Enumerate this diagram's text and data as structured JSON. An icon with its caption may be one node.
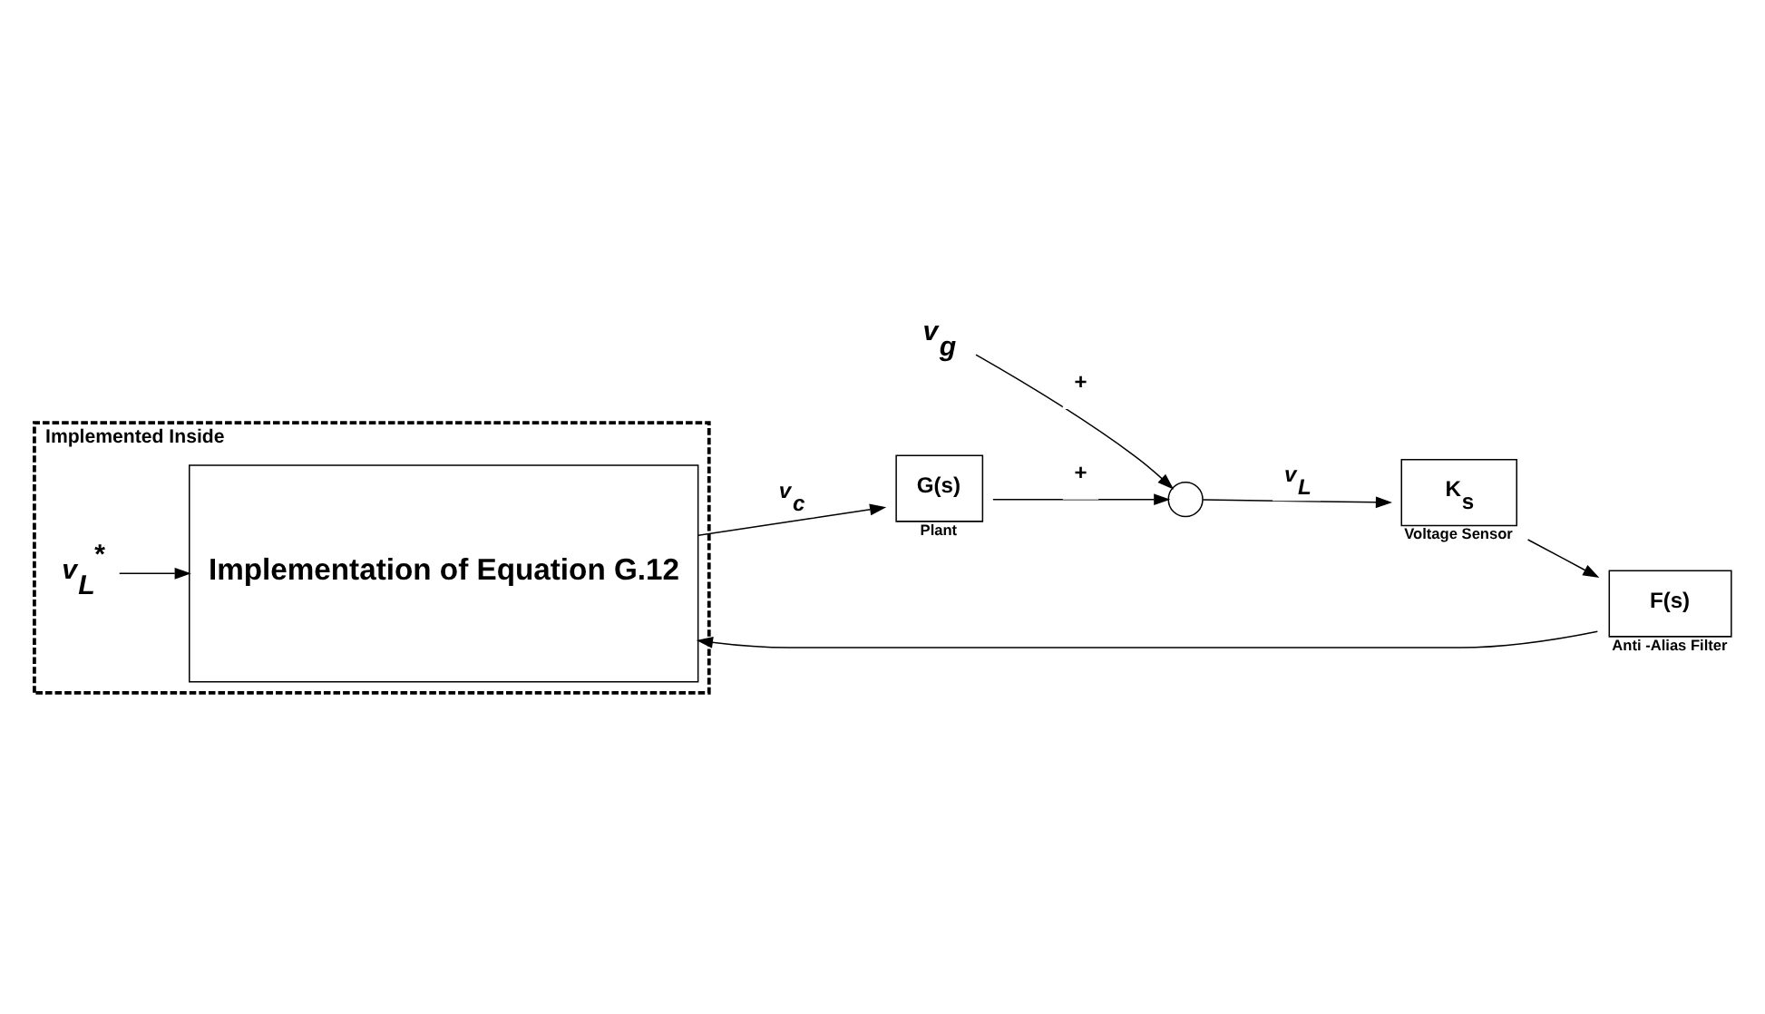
{
  "diagram": {
    "nodes": [
      {
        "text": [
          "Implemented Inside"
        ]
      },
      {
        "text": [
          "v$_{L}$$^{*}$"
        ],
        "in": 0
      },
      {
        "text": [
          "Implementation of Equation G.12"
        ],
        "in": 0
      },
      {
        "text": [
          "v$_{g}$"
        ]
      },
      {
        "text": [
          "G(s)"
        ],
        "beside": [
          "Plant"
        ]
      },
      {
        "text": [],
        "shape": "circle"
      },
      {
        "text": [
          "K$_{s}$"
        ],
        "beside": [
          "Voltage Sensor"
        ]
      },
      {
        "text": [
          "F(s)"
        ],
        "beside": [
          "Anti -Alias Filter"
        ]
      }
    ],
    "edges": [
      {
        "from": 1,
        "to": 2,
        "arrow": "to"
      },
      {
        "from": 2,
        "to": 4,
        "arrow": "to",
        "label": "v$_{c}$"
      },
      {
        "from": 3,
        "to": 5,
        "arrow": "to",
        "label": "+"
      },
      {
        "from": 4,
        "to": 5,
        "arrow": "to",
        "label": "+"
      },
      {
        "from": 5,
        "to": 6,
        "arrow": "to",
        "label": "v$_{L}$"
      },
      {
        "from": 6,
        "to": 7,
        "arrow": "to"
      },
      {
        "from": 7,
        "to": 2,
        "arrow": "to"
      }
    ]
  }
}
